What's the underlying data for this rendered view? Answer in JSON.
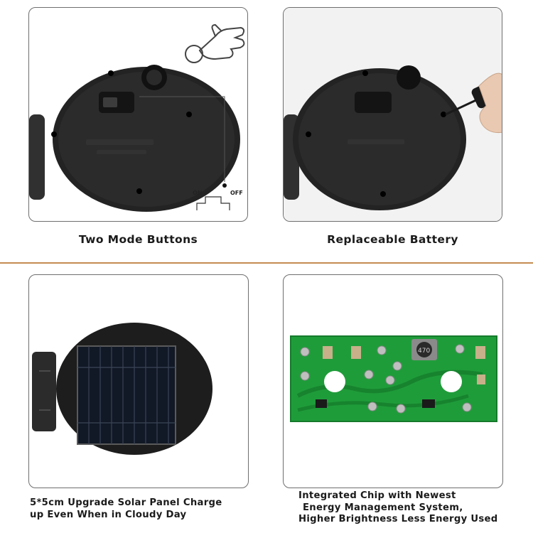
{
  "captions": {
    "mode_buttons": "Two Mode Buttons",
    "battery": "Replaceable Battery",
    "solar": {
      "line1": "5*5cm Upgrade Solar Panel Charge",
      "line2": "up Even When in Cloudy Day"
    },
    "chip": {
      "line1": "Integrated Chip with Newest",
      "line2": "Energy Management System,",
      "line3": "Higher Brightness Less Energy Used"
    }
  },
  "switch_labels": {
    "on": "ON",
    "off": "OFF"
  },
  "chip_marking": "470",
  "colors": {
    "divider": "#c58b52",
    "panel_border": "#6e6e6e",
    "pcb_green": "#1f9c3a",
    "lamp_body": "#262626"
  },
  "icons": [
    "hand-pointer-icon",
    "screwdriver-icon"
  ]
}
